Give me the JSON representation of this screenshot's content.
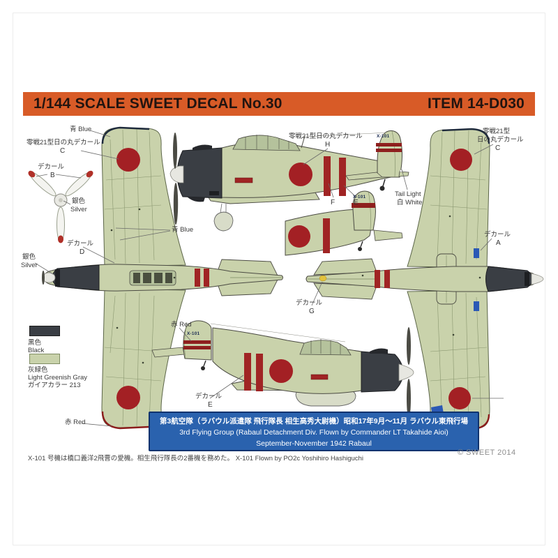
{
  "header": {
    "title": "1/144 SCALE SWEET DECAL No.30",
    "item_no": "ITEM 14-D030"
  },
  "labels": {
    "blue": "青 Blue",
    "red": "赤 Red",
    "silver_jp": "銀色",
    "silver_en": "Silver",
    "decal": "デカール",
    "hinomaru_decal": "零戦21型日の丸デカール",
    "hinomaru_decal_l1": "零戦21型",
    "hinomaru_decal_l2": "日の丸デカール",
    "tail_light_l1": "Tail Light",
    "tail_light_l2": "白 White",
    "letter_a": "A",
    "letter_b": "B",
    "letter_c": "C",
    "letter_d": "D",
    "letter_e": "E",
    "letter_f": "F",
    "letter_g": "G",
    "letter_h": "H"
  },
  "tail_code": "X-101",
  "legend": {
    "black_jp": "黒色",
    "black_en": "Black",
    "green_jp": "灰緑色",
    "green_en": "Light Greenish Gray",
    "green_note": "ガイアカラー 213"
  },
  "info_box": {
    "line1": "第3航空隊（ラバウル派遣隊 飛行隊長 相生高秀大尉機）昭和17年9月～11月 ラバウル東飛行場",
    "line2": "3rd Flying Group (Rabaul Detachment Div. Flown by Commander LT Takahide Aioi)",
    "line3": "September-November 1942 Rabaul"
  },
  "footnote": "X-101 号機は橋口義洋2飛曹の愛機。相生飛行隊長の2番機を務めた。 X-101 Flown by PO2c Yoshihiro Hashiguchi",
  "copyright": "© SWEET 2014",
  "colors": {
    "header_bg": "#d85b27",
    "airframe_green": "#c9d2ab",
    "canopy_green": "#b5c29c",
    "hinomaru_red": "#a32024",
    "stripe_red": "#a02424",
    "fin_band_red": "#8e1f1e",
    "cowling_dark": "#3a3e44",
    "info_box_blue": "#2a62ae",
    "decal_blue": "#2b59b5",
    "decal_yellow": "#e2c23c"
  }
}
